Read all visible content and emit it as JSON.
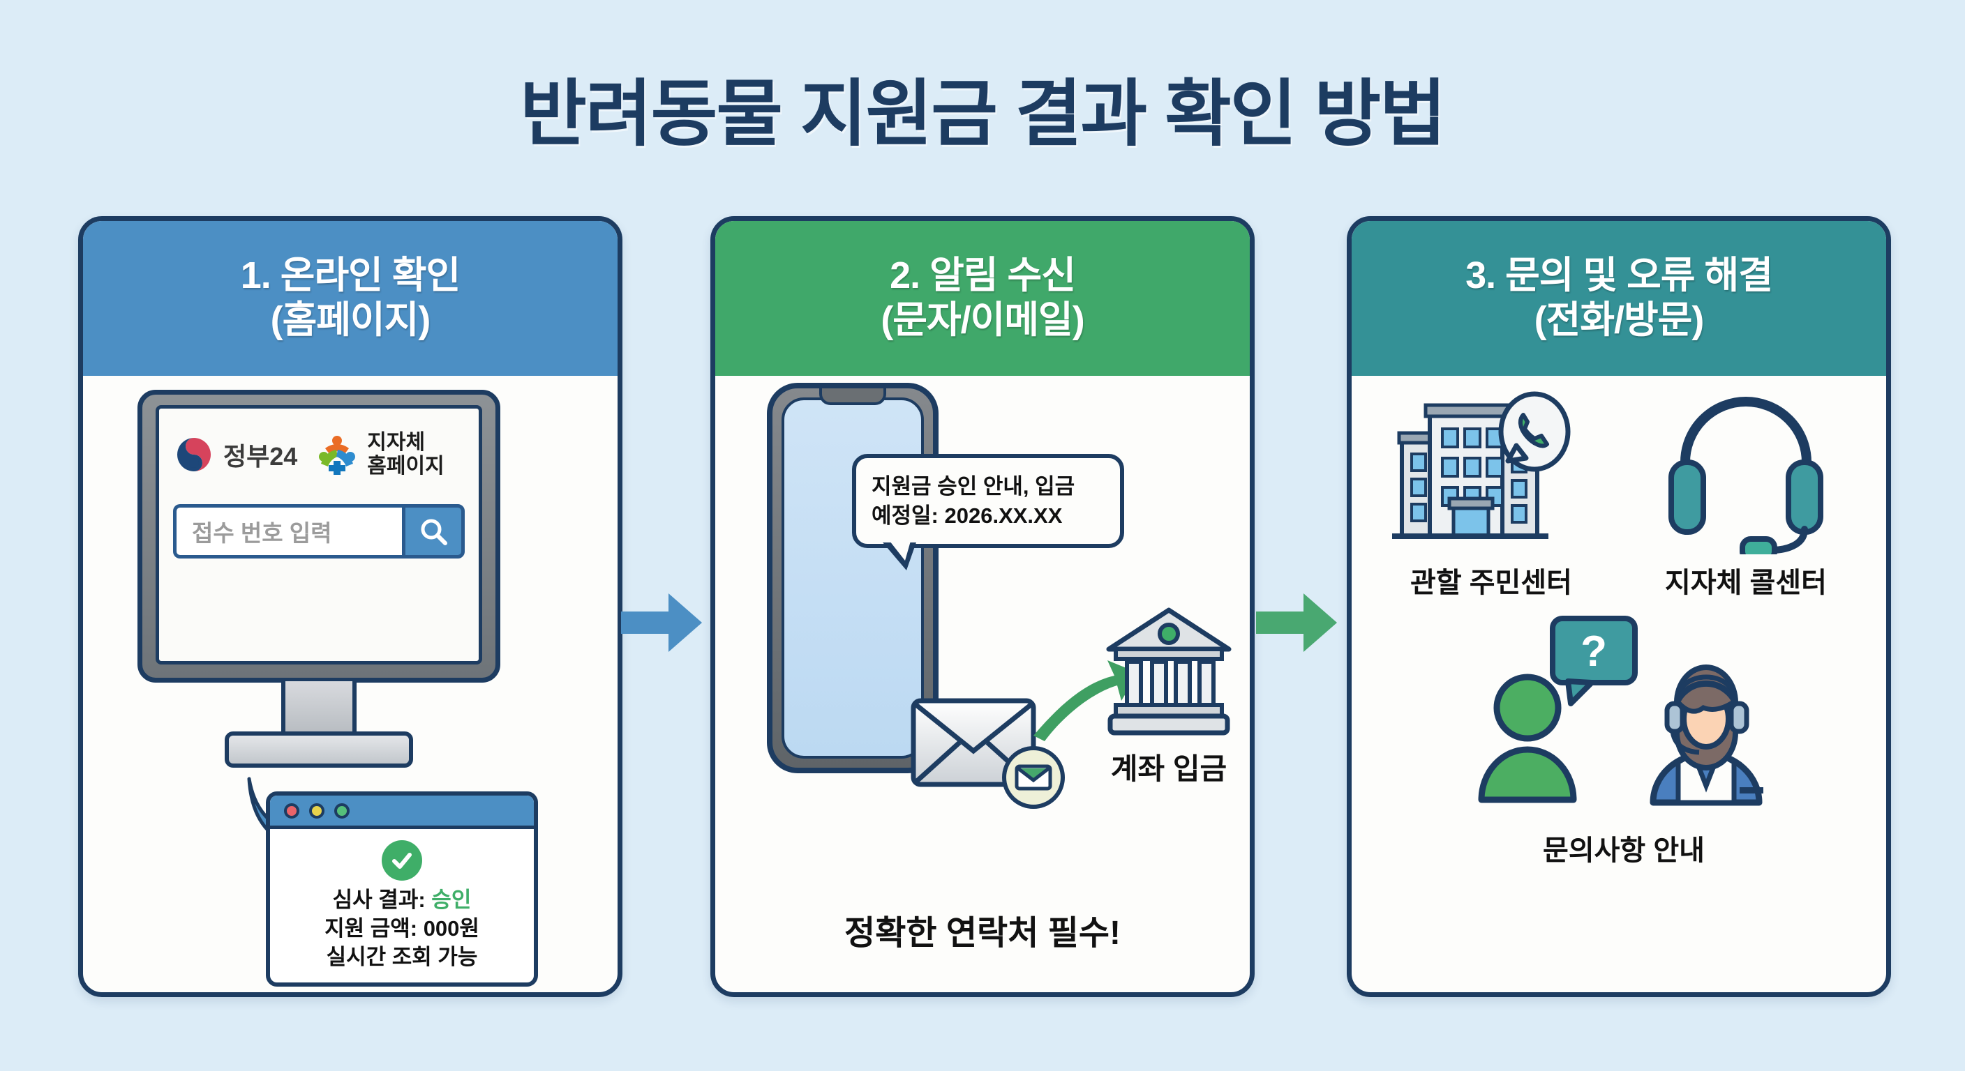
{
  "title": "반려동물 지원금 결과 확인 방법",
  "background_color": "#dcecf7",
  "cards": [
    {
      "index": "1",
      "header_line1": "1. 온라인 확인",
      "header_line2": "(홈페이지)",
      "header_color": "#4c8fc4",
      "logo_gov": "정부24",
      "logo_local_line1": "지자체",
      "logo_local_line2": "홈페이지",
      "search_placeholder": "접수 번호 입력",
      "search_icon": "search-icon",
      "result": {
        "status_icon": "check-circle-icon",
        "line1_label": "심사 결과:",
        "line1_value": "승인",
        "line1_value_color": "#3fae68",
        "line2": "지원 금액: 000원",
        "line3": "실시간 조회 가능"
      }
    },
    {
      "index": "2",
      "header_line1": "2. 알림 수신",
      "header_line2": "(문자/이메일)",
      "header_color": "#40a86a",
      "message_line1": "지원금 승인 안내, 입금",
      "message_line2": "예정일: 2026.XX.XX",
      "bank_label": "계좌 입금",
      "footer_note": "정확한 연락처 필수!"
    },
    {
      "index": "3",
      "header_line1": "3. 문의 및 오류 해결",
      "header_line2": "(전화/방문)",
      "header_color": "#349196",
      "items": [
        {
          "icon": "building-phone-icon",
          "label": "관할 주민센터"
        },
        {
          "icon": "headset-icon",
          "label": "지자체 콜센터"
        },
        {
          "icon": "person-agent-icon",
          "label": "문의사항 안내"
        }
      ]
    }
  ],
  "arrows": [
    {
      "name": "arrow-step-1-to-2",
      "color": "#4c8fc4"
    },
    {
      "name": "arrow-step-2-to-3",
      "color": "#49a871"
    }
  ]
}
